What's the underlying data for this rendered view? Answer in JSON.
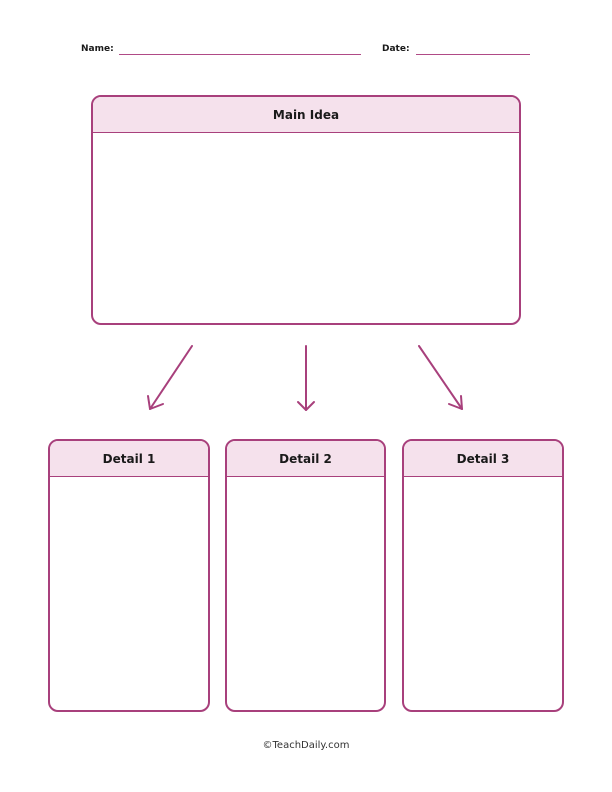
{
  "header": {
    "name_label": "Name:",
    "date_label": "Date:"
  },
  "main_idea": {
    "title": "Main Idea"
  },
  "details": [
    {
      "title": "Detail 1"
    },
    {
      "title": "Detail 2"
    },
    {
      "title": "Detail 3"
    }
  ],
  "footer": {
    "copyright": "©TeachDaily.com"
  },
  "colors": {
    "accent": "#a8407c",
    "header_fill": "#f5e1ec"
  }
}
